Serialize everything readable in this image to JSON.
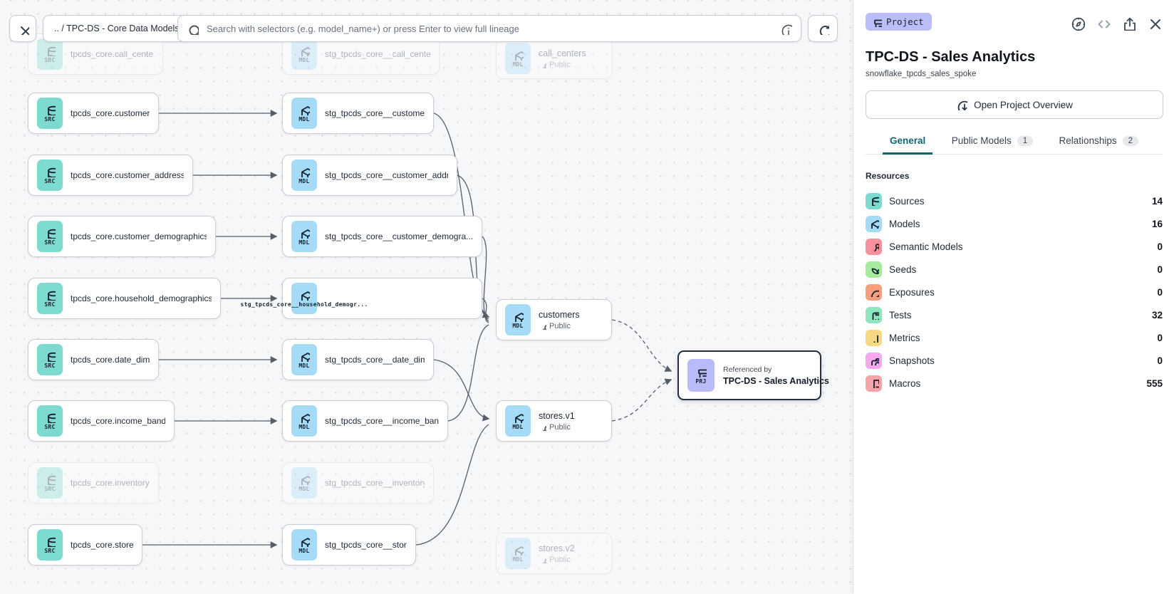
{
  "toolbar": {
    "breadcrumb": ".. / TPC-DS - Core Data Models",
    "search_placeholder": "Search with selectors (e.g. model_name+) or press Enter to view full lineage"
  },
  "graph": {
    "chip_src": "SRC",
    "chip_mdl": "MDL",
    "rows": [
      {
        "src_label": "tpcds_core.call_center",
        "mdl_label": "stg_tpcds_core__call_center"
      },
      {
        "src_label": "tpcds_core.customer",
        "mdl_label": "stg_tpcds_core__customer"
      },
      {
        "src_label": "tpcds_core.customer_address",
        "mdl_label": "stg_tpcds_core__customer_address"
      },
      {
        "src_label": "tpcds_core.customer_demographics",
        "mdl_label": "stg_tpcds_core__customer_demogra..."
      },
      {
        "src_label": "tpcds_core.household_demographics",
        "mdl_label": "stg_tpcds_core__household_demogr..."
      },
      {
        "src_label": "tpcds_core.date_dim",
        "mdl_label": "stg_tpcds_core__date_dim"
      },
      {
        "src_label": "tpcds_core.income_band",
        "mdl_label": "stg_tpcds_core__income_band"
      },
      {
        "src_label": "tpcds_core.inventory",
        "mdl_label": "stg_tpcds_core__inventory"
      },
      {
        "src_label": "tpcds_core.store",
        "mdl_label": "stg_tpcds_core__store"
      }
    ],
    "public_models": [
      {
        "label": "call_centers",
        "visibility": "Public"
      },
      {
        "label": "customers",
        "visibility": "Public"
      },
      {
        "label": "stores.v1",
        "visibility": "Public"
      },
      {
        "label": "stores.v2",
        "visibility": "Public"
      }
    ],
    "project_node": {
      "badge": "PRJ",
      "subtitle": "Referenced by",
      "title": "TPC-DS - Sales Analytics"
    }
  },
  "panel": {
    "type_badge": "Project",
    "title": "TPC-DS - Sales Analytics",
    "subtitle": "snowflake_tpcds_sales_spoke",
    "overview_button": "Open Project Overview",
    "tabs": [
      {
        "label": "General"
      },
      {
        "label": "Public Models",
        "badge": "1"
      },
      {
        "label": "Relationships",
        "badge": "2"
      }
    ],
    "resources_heading": "Resources",
    "resources": [
      {
        "label": "Sources",
        "count": "14",
        "icon": "database-icon"
      },
      {
        "label": "Models",
        "count": "16",
        "icon": "cube-icon"
      },
      {
        "label": "Semantic Models",
        "count": "0",
        "icon": "semantic-graph-icon"
      },
      {
        "label": "Seeds",
        "count": "0",
        "icon": "seedling-icon"
      },
      {
        "label": "Exposures",
        "count": "0",
        "icon": "gauge-icon"
      },
      {
        "label": "Tests",
        "count": "32",
        "icon": "clipboard-check-icon"
      },
      {
        "label": "Metrics",
        "count": "0",
        "icon": "bar-chart-icon"
      },
      {
        "label": "Snapshots",
        "count": "0",
        "icon": "camera-icon"
      },
      {
        "label": "Macros",
        "count": "555",
        "icon": "document-icon"
      }
    ]
  },
  "colors": {
    "accent_teal": "#11686c",
    "badge_purple": "#b9bef8",
    "chip_src": "#7cdbce",
    "chip_mdl": "#a6dbf7",
    "chip_prj": "#b7bcf8"
  }
}
